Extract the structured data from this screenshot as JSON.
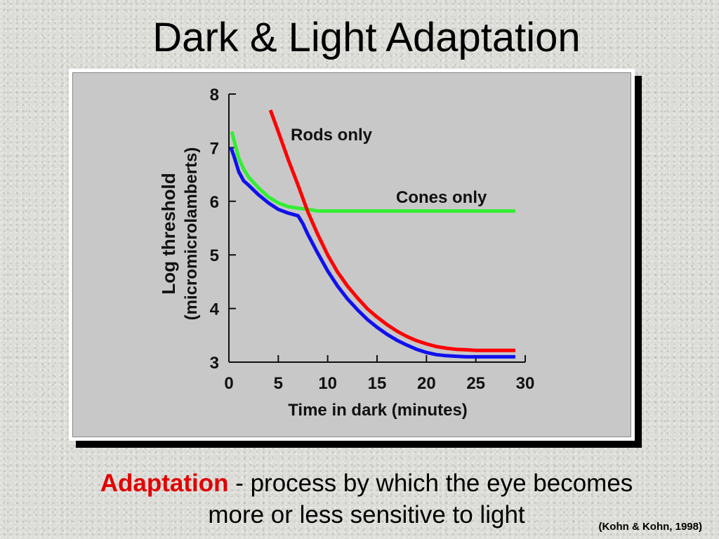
{
  "slide": {
    "title": "Dark & Light Adaptation",
    "caption_term": "Adaptation",
    "caption_rest": " - process by which the eye becomes",
    "caption_line2": "more or less sensitive to light",
    "citation": "(Kohn & Kohn, 1998)"
  },
  "colors": {
    "rods": "#ff0000",
    "cones": "#33ee33",
    "combined": "#1010ee",
    "chart_bg": "#c8c8c8"
  },
  "chart_data": {
    "type": "line",
    "xlabel": "Time in dark (minutes)",
    "ylabel": [
      "Log threshold",
      "(micromicrolamberts)"
    ],
    "xlim": [
      0,
      30
    ],
    "ylim": [
      3,
      8
    ],
    "xticks": [
      0,
      5,
      10,
      15,
      20,
      25,
      30
    ],
    "yticks": [
      3,
      4,
      5,
      6,
      7,
      8
    ],
    "grid": false,
    "legend": "inline labels",
    "series": [
      {
        "name": "Rods only",
        "color": "#ff0000",
        "x": [
          4.2,
          5,
          6,
          7,
          8,
          9,
          10,
          11,
          12,
          13,
          14,
          15,
          16,
          17,
          18,
          19,
          20,
          21,
          22,
          23,
          24,
          25,
          26,
          27,
          28,
          29
        ],
        "y": [
          7.7,
          7.3,
          6.78,
          6.3,
          5.8,
          5.38,
          5.0,
          4.68,
          4.42,
          4.2,
          4.0,
          3.84,
          3.7,
          3.58,
          3.48,
          3.4,
          3.34,
          3.29,
          3.26,
          3.24,
          3.23,
          3.22,
          3.22,
          3.22,
          3.22,
          3.22
        ]
      },
      {
        "name": "Cones only",
        "color": "#33ee33",
        "x": [
          0.3,
          0.5,
          1,
          1.5,
          2,
          3,
          4,
          5,
          6,
          7,
          8,
          9,
          10,
          12,
          15,
          20,
          25,
          29
        ],
        "y": [
          7.3,
          7.15,
          6.8,
          6.6,
          6.45,
          6.25,
          6.08,
          5.97,
          5.9,
          5.87,
          5.85,
          5.82,
          5.82,
          5.82,
          5.82,
          5.82,
          5.82,
          5.82
        ]
      },
      {
        "name": "",
        "color": "#1010ee",
        "x": [
          0.2,
          0.5,
          1,
          1.5,
          2,
          3,
          4,
          5,
          6,
          7,
          7.5,
          8,
          9,
          10,
          11,
          12,
          13,
          14,
          15,
          16,
          17,
          18,
          19,
          20,
          21,
          22,
          23,
          24,
          25,
          26,
          27,
          28,
          29
        ],
        "y": [
          7.0,
          6.85,
          6.55,
          6.38,
          6.3,
          6.12,
          5.97,
          5.85,
          5.78,
          5.73,
          5.58,
          5.38,
          5.03,
          4.7,
          4.42,
          4.18,
          3.98,
          3.8,
          3.65,
          3.52,
          3.41,
          3.32,
          3.24,
          3.18,
          3.14,
          3.12,
          3.11,
          3.1,
          3.1,
          3.1,
          3.1,
          3.1,
          3.1
        ]
      }
    ]
  }
}
